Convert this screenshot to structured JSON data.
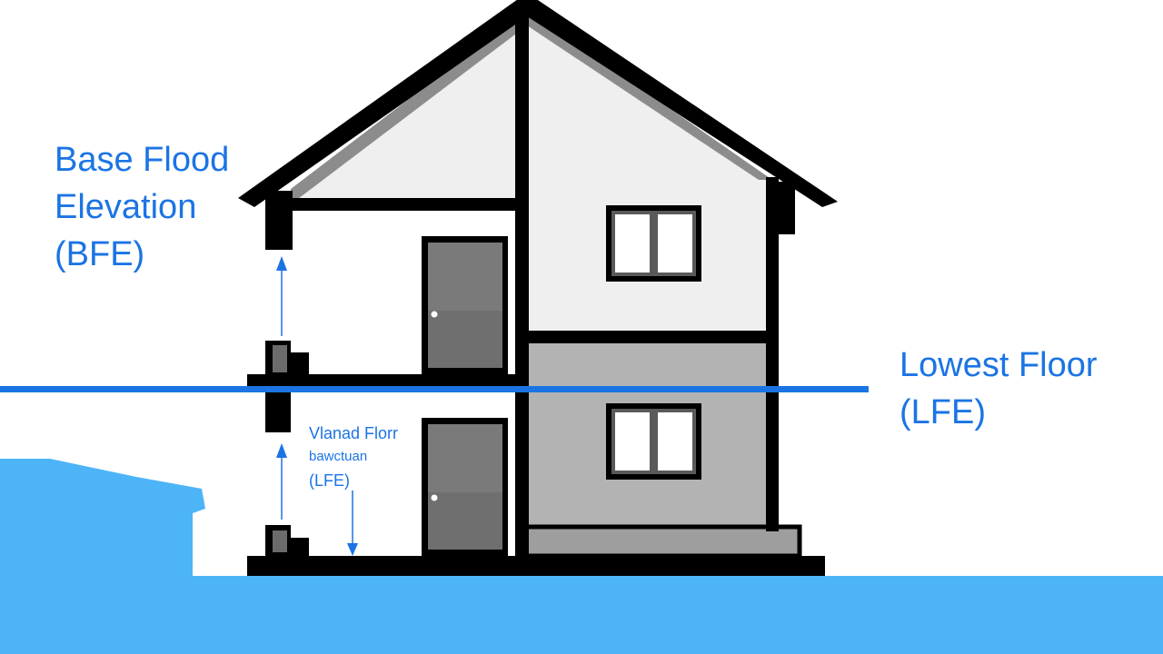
{
  "labels": {
    "bfe": [
      "Base Flood",
      "Elevation",
      "(BFE)"
    ],
    "lfe": [
      "Lowest Floor",
      "(LFE)"
    ],
    "small": [
      "Vlanad Florr",
      "bawctuan",
      "(LFE)"
    ]
  },
  "colors": {
    "water": "#4db4f8",
    "line": "#1b74e4",
    "outline": "#000000",
    "wall_light": "#efefef",
    "wall_mid": "#b3b3b3",
    "roof_trim": "#8c8c8c",
    "door": "#6b6b6b"
  }
}
